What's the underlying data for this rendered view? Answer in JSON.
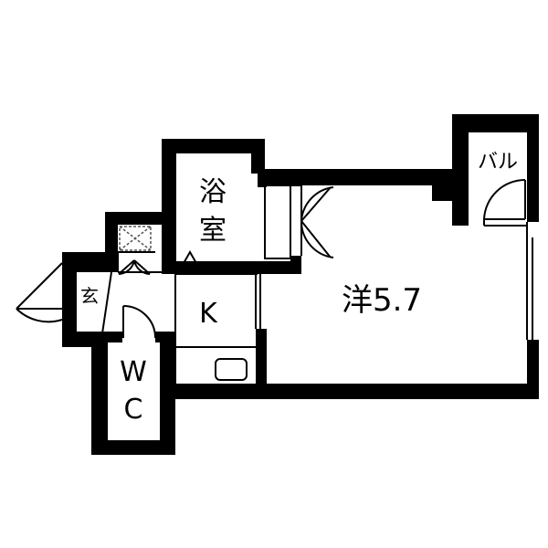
{
  "floor_plan": {
    "rooms": {
      "western_room": {
        "label": "洋5.7"
      },
      "kitchen": {
        "label": "K"
      },
      "bath": {
        "label_line1": "浴",
        "label_line2": "室"
      },
      "wc": {
        "label_line1": "W",
        "label_line2": "C"
      },
      "entrance": {
        "label": "玄"
      },
      "balcony": {
        "label": "バル"
      }
    },
    "colors": {
      "wall": "#000000",
      "background": "#ffffff",
      "washer_dash": "#555555"
    }
  }
}
